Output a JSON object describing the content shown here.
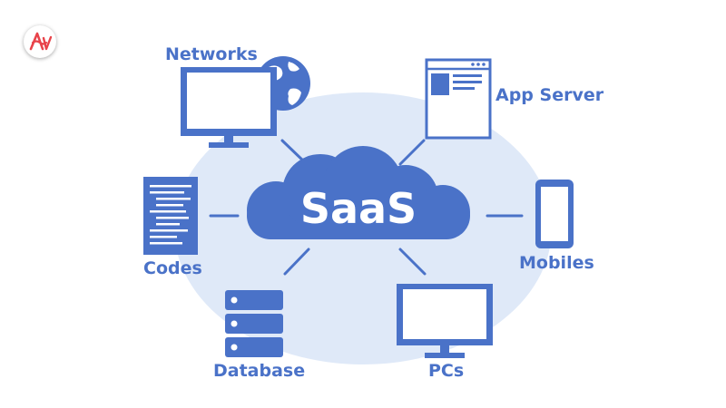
{
  "center": {
    "label": "SaaS"
  },
  "nodes": {
    "networks": {
      "label": "Networks",
      "icon": "monitor-with-globe-icon"
    },
    "app_server": {
      "label": "App Server",
      "icon": "browser-window-icon"
    },
    "codes": {
      "label": "Codes",
      "icon": "code-document-icon"
    },
    "mobiles": {
      "label": "Mobiles",
      "icon": "mobile-phone-icon"
    },
    "database": {
      "label": "Database",
      "icon": "server-stack-icon"
    },
    "pcs": {
      "label": "PCs",
      "icon": "monitor-icon"
    }
  },
  "brand_logo": {
    "icon": "av-logo-icon"
  },
  "colors": {
    "primary": "#4a72c8",
    "background_ellipse": "#dfe9f8",
    "logo_accent": "#e8434a"
  }
}
